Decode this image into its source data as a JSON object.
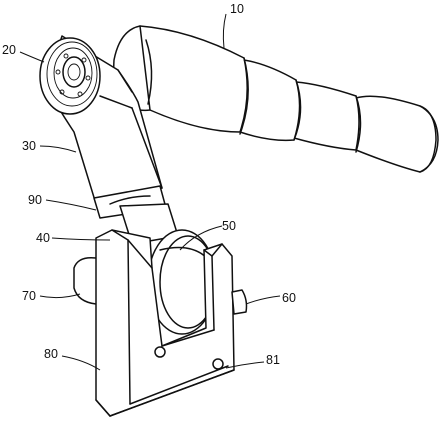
{
  "labels": {
    "l10": "10",
    "l20": "20",
    "l30": "30",
    "l90": "90",
    "l40": "40",
    "l50": "50",
    "l70": "70",
    "l60": "60",
    "l80": "80",
    "l81": "81"
  }
}
